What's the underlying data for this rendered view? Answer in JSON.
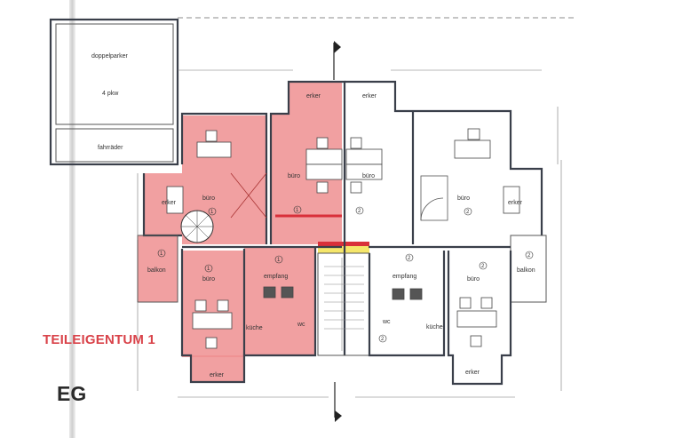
{
  "plan": {
    "unit_title": "TEILEIGENTUM 1",
    "floor": "EG",
    "garage": {
      "parking": "doppelparker",
      "capacity": "4 pkw",
      "bikes": "fahrräder"
    },
    "rooms": {
      "erker": "erker",
      "buero": "büro",
      "balkon": "balkon",
      "empfang": "empfang",
      "kueche": "küche",
      "wc": "wc"
    },
    "unit_numbers": {
      "unit1": "1",
      "unit2": "2"
    },
    "colors": {
      "unit1_fill": "#ef8f91",
      "title": "#d9434a",
      "walls": "#3a3f4a",
      "stair_band_red": "#d9303a",
      "stair_band_yellow": "#f5e66a"
    }
  }
}
